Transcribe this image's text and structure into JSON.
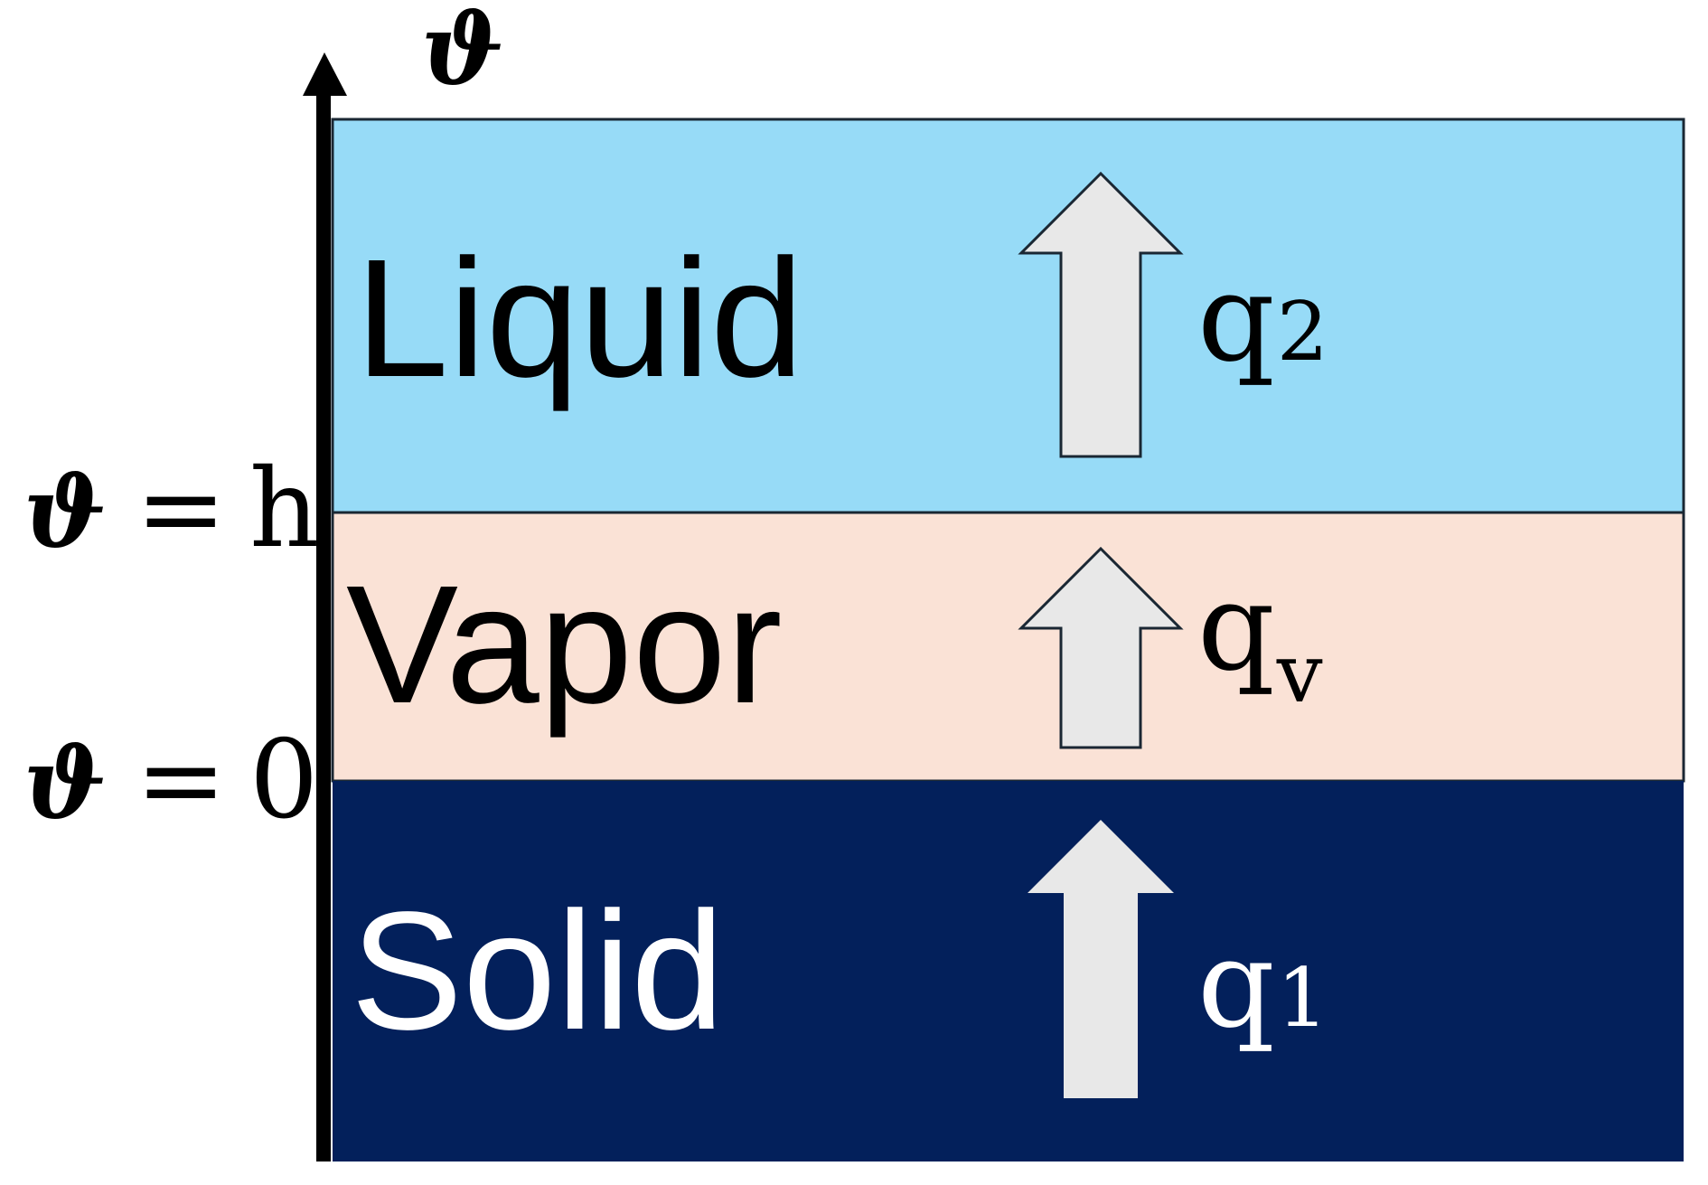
{
  "axis": {
    "symbol": "ϑ",
    "marks": [
      {
        "symbol": "ϑ",
        "eq": "=",
        "value": "h"
      },
      {
        "symbol": "ϑ",
        "eq": "=",
        "value": "0"
      }
    ]
  },
  "layers": [
    {
      "name": "Liquid",
      "color": "#97dbf7",
      "text_color": "#000000",
      "flux": {
        "base": "q",
        "subscript": "2"
      }
    },
    {
      "name": "Vapor",
      "color": "#fae2d6",
      "text_color": "#000000",
      "flux": {
        "base": "q",
        "subscript": "v"
      }
    },
    {
      "name": "Solid",
      "color": "#03205b",
      "text_color": "#ffffff",
      "flux": {
        "base": "q",
        "subscript": "1"
      }
    }
  ],
  "arrow_color": "#e8e8e8"
}
